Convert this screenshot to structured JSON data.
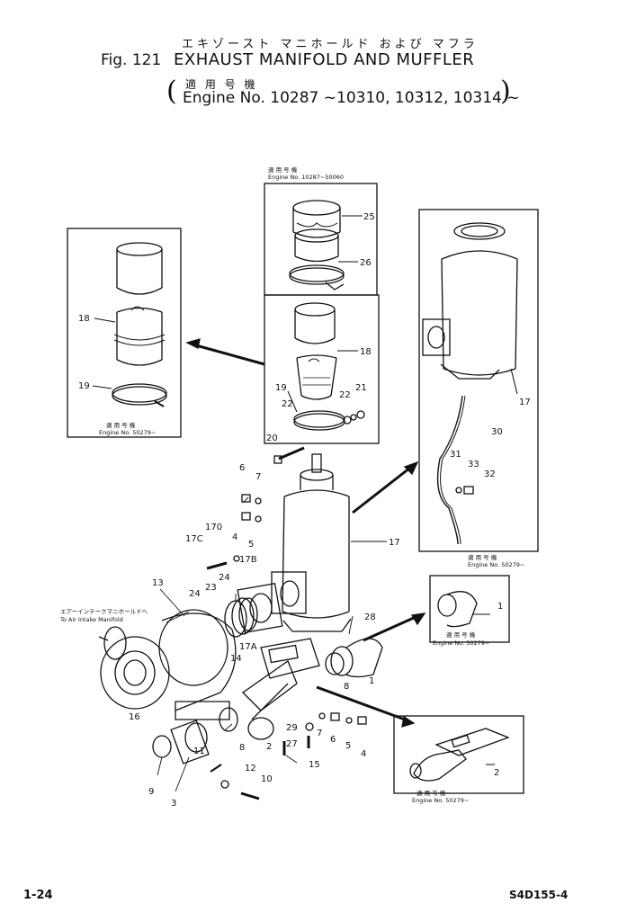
{
  "header": {
    "title_jp": "エキゾースト マニホールド および マフラ",
    "fig_label": "Fig. 121",
    "title_en": "EXHAUST MANIFOLD AND MUFFLER",
    "applic_jp": "適 用 号 機",
    "engine_range": "Engine No. 10287 ~10310, 10312, 10314 ~"
  },
  "captions": {
    "top_box_jp": "適 用 号 機",
    "top_box_en": "Engine No. 10287~50060",
    "left_box_jp": "適 用 号 機",
    "left_box_en": "Engine No. 50279~",
    "right_box_jp": "適 用 号 機",
    "right_box_en": "Engine No. 50279~",
    "small_box_jp": "適 用 号 機",
    "small_box_en": "Engine No. 50279~",
    "manifold_box_jp": "適 用 号 機",
    "manifold_box_en": "Engine No. 50279~",
    "air_intake_jp": "エアーインテークマニホールドへ",
    "air_intake_en": "To Air Intake Manifold"
  },
  "part_numbers": {
    "p25": "25",
    "p26": "26",
    "p18a": "18",
    "p19a": "19",
    "p18b": "18",
    "p19b": "19",
    "p22a": "22",
    "p21": "21",
    "p22b": "22",
    "p20": "20",
    "p17a": "17",
    "p30": "30",
    "p31": "31",
    "p33": "33",
    "p32": "32",
    "p6a": "6",
    "p7a": "7",
    "p4a": "4",
    "p5a": "5",
    "p170": "170",
    "p17c": "17C",
    "p17main": "17",
    "p13": "13",
    "p24a": "24",
    "p23": "23",
    "p24b": "24",
    "p17b": "17B",
    "p28": "28",
    "p17A": "17A",
    "p14": "14",
    "p1": "1",
    "p1b": "1",
    "p8a": "8",
    "p16": "16",
    "p11": "11",
    "p8b": "8",
    "p2": "2",
    "p29": "29",
    "p7b": "7",
    "p6b": "6",
    "p5b": "5",
    "p4b": "4",
    "p27": "27",
    "p15": "15",
    "p9": "9",
    "p3": "3",
    "p12": "12",
    "p10": "10",
    "p2b": "2"
  },
  "footer": {
    "page": "1-24",
    "code": "S4D155-4"
  }
}
